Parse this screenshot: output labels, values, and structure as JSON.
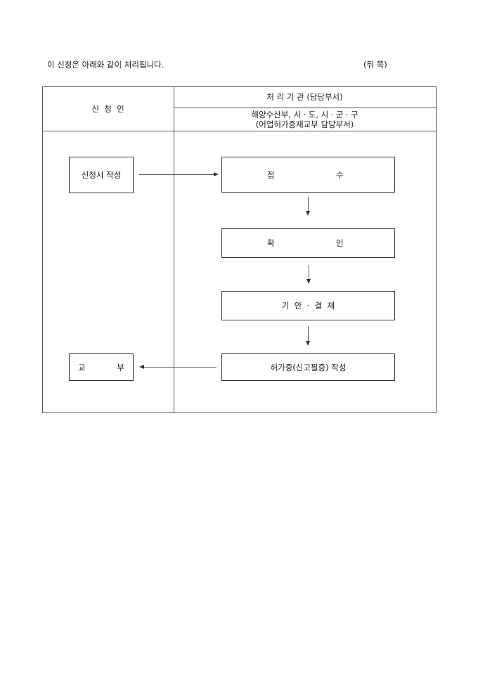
{
  "intro": "이 신청은 아래와 같이 처리됩니다.",
  "page_side": "(뒤 쪽)",
  "table": {
    "applicant_header": "신  청  인",
    "agency_header": "처 리 기 관 (담당부서)",
    "agency_detail_line1": "해양수산부, 시ㆍ도, 시ㆍ군ㆍ구",
    "agency_detail_line2": "(어업허가증재교부 담당부서)"
  },
  "flow": {
    "applicant_steps": [
      {
        "left": "신청서 작성",
        "right": ""
      },
      {
        "left": "교",
        "right": "부"
      }
    ],
    "agency_steps": [
      {
        "left": "접",
        "right": "수"
      },
      {
        "left": "확",
        "right": "인"
      },
      {
        "text": "기  안  ·  결  재"
      },
      {
        "text": "허가증(신고필증) 작성"
      }
    ]
  }
}
